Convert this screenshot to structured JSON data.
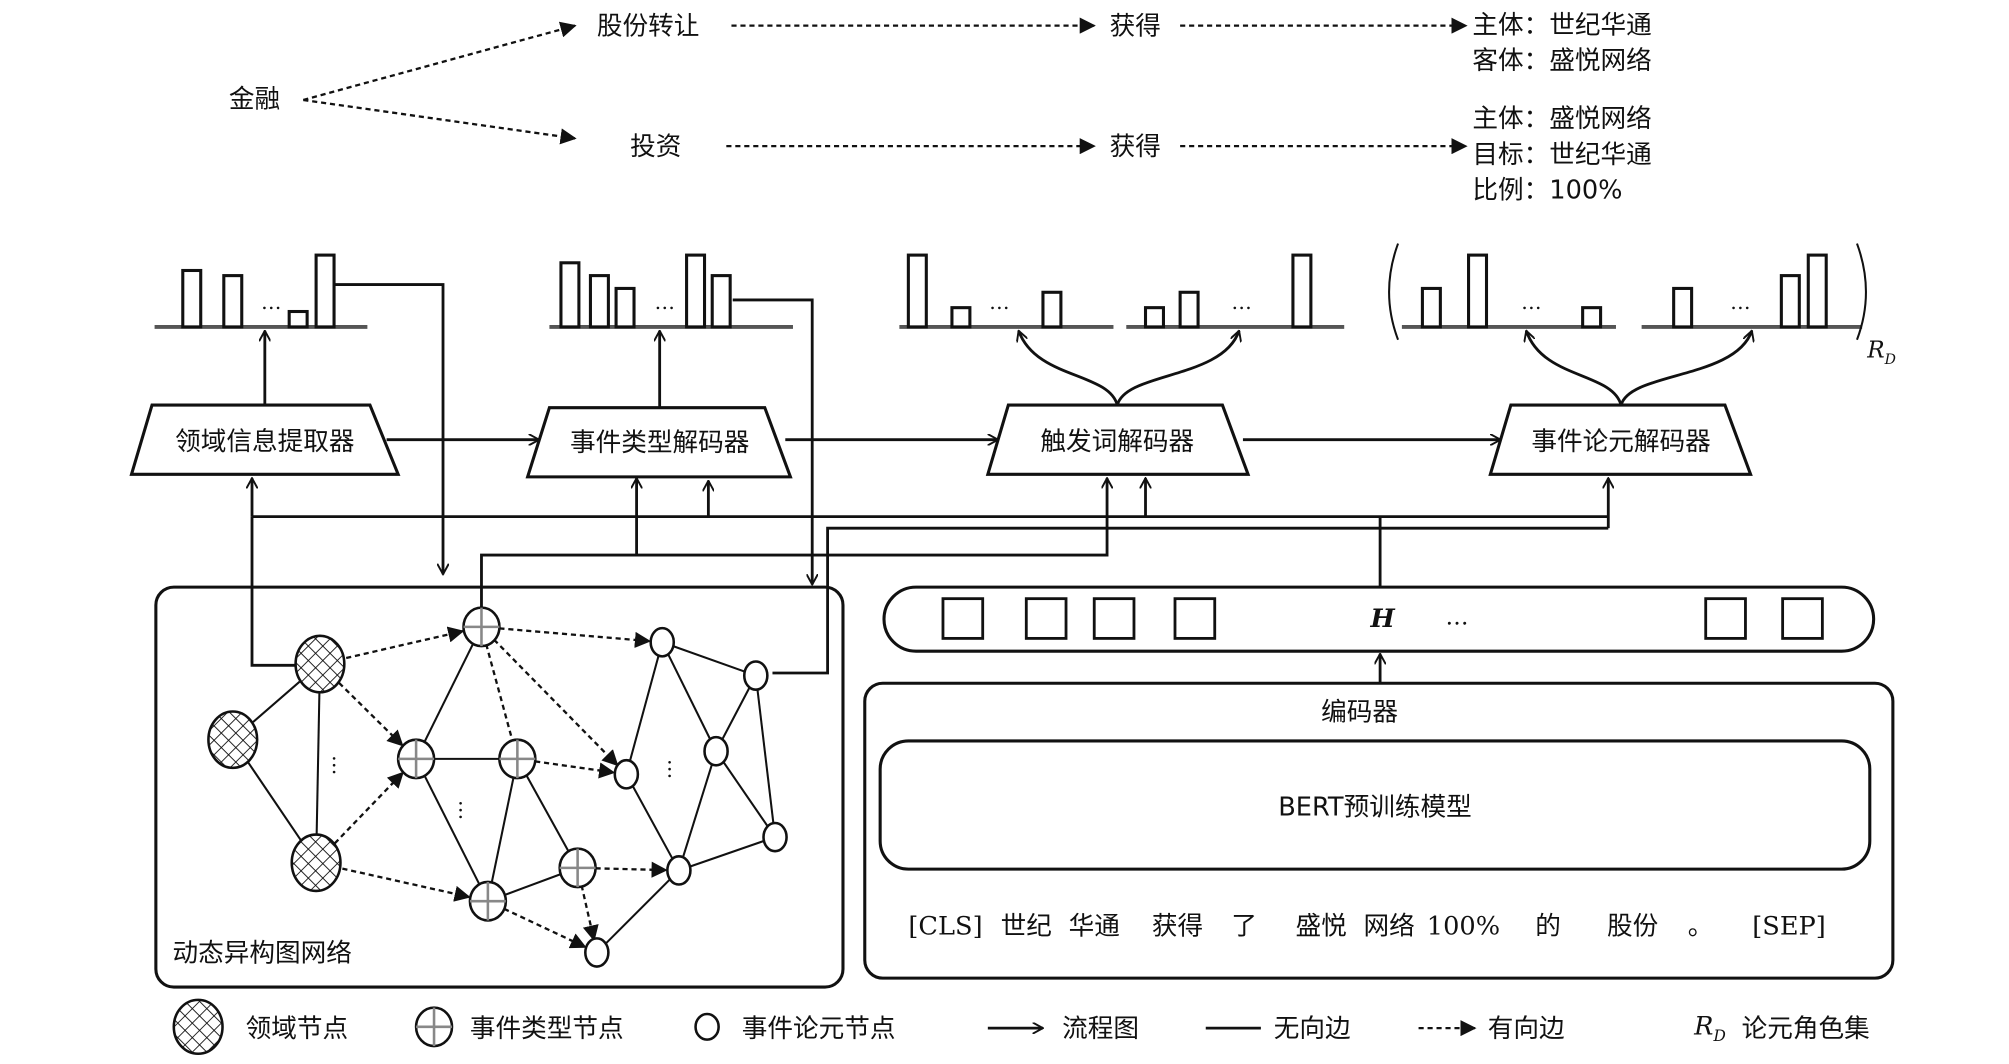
{
  "event_tree": {
    "root": "金融",
    "branches": [
      {
        "event_type": "股份转让",
        "trigger": "获得",
        "arguments": [
          {
            "role": "主体",
            "value": "世纪华通"
          },
          {
            "role": "客体",
            "value": "盛悦网络"
          }
        ]
      },
      {
        "event_type": "投资",
        "trigger": "获得",
        "arguments": [
          {
            "role": "主体",
            "value": "盛悦网络"
          },
          {
            "role": "目标",
            "value": "世纪华通"
          },
          {
            "role": "比例",
            "value": "100%"
          }
        ]
      }
    ],
    "separator": "："
  },
  "modules": {
    "domain_extractor": "领域信息提取器",
    "event_type_decoder": "事件类型解码器",
    "trigger_decoder": "触发词解码器",
    "argument_decoder": "事件论元解码器"
  },
  "ellipsis": "…",
  "role_set_label": "R",
  "role_set_sub": "D",
  "graph_panel": {
    "title": "动态异构图网络"
  },
  "hidden_layer": {
    "label": "H",
    "ellipsis": "…"
  },
  "encoder": {
    "title": "编码器",
    "model": "BERT预训练模型",
    "tokens": [
      "[CLS]",
      "世纪",
      "华通",
      "获得",
      "了",
      "盛悦",
      "网络",
      "100%",
      "的",
      "股份",
      "。",
      "[SEP]"
    ]
  },
  "legend": [
    {
      "icon": "domain-node-icon",
      "label": "领域节点"
    },
    {
      "icon": "event-type-node-icon",
      "label": "事件类型节点"
    },
    {
      "icon": "argument-node-icon",
      "label": "事件论元节点"
    },
    {
      "icon": "flow-arrow-icon",
      "label": "流程图"
    },
    {
      "icon": "undirected-edge-icon",
      "label": "无向边"
    },
    {
      "icon": "directed-edge-icon",
      "label": "有向边"
    },
    {
      "icon": "role-set-icon",
      "label": "论元角色集"
    }
  ]
}
